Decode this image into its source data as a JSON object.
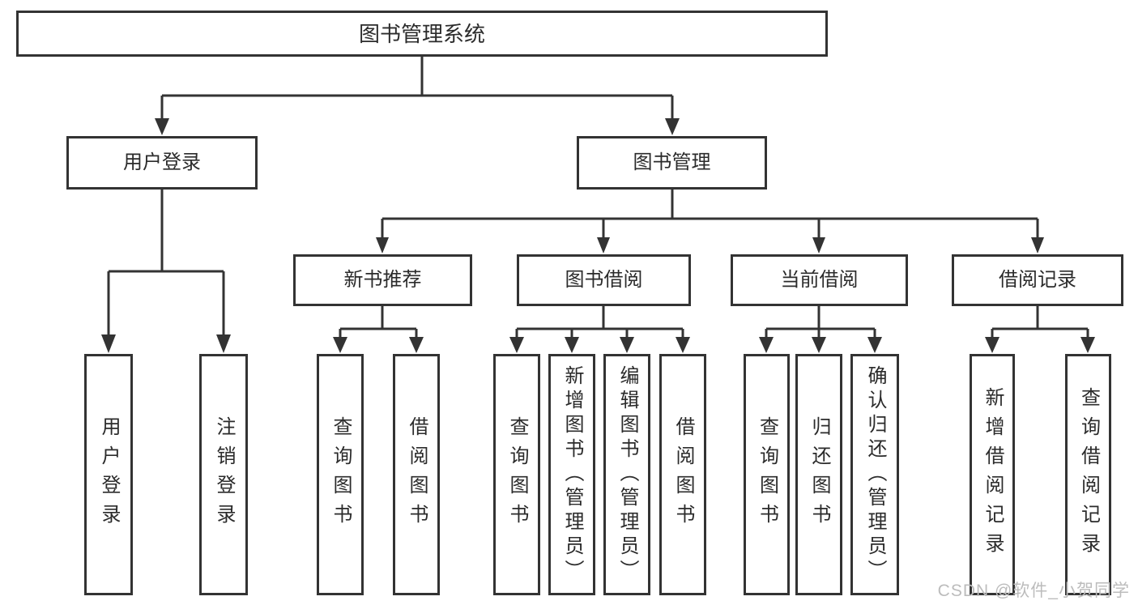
{
  "tree": {
    "label": "图书管理系统",
    "children": [
      {
        "label": "用户登录",
        "children": [
          {
            "label": "用户登录"
          },
          {
            "label": "注销登录"
          }
        ]
      },
      {
        "label": "图书管理",
        "children": [
          {
            "label": "新书推荐",
            "children": [
              {
                "label": "查询图书"
              },
              {
                "label": "借阅图书"
              }
            ]
          },
          {
            "label": "图书借阅",
            "children": [
              {
                "label": "查询图书"
              },
              {
                "label": "新增图书（管理员）"
              },
              {
                "label": "编辑图书（管理员）"
              },
              {
                "label": "借阅图书"
              }
            ]
          },
          {
            "label": "当前借阅",
            "children": [
              {
                "label": "查询图书"
              },
              {
                "label": "归还图书"
              },
              {
                "label": "确认归还（管理员）"
              }
            ]
          },
          {
            "label": "借阅记录",
            "children": [
              {
                "label": "新增借阅记录"
              },
              {
                "label": "查询借阅记录"
              }
            ]
          }
        ]
      }
    ]
  },
  "watermark": {
    "text": "CSDN @软件_小贺同学"
  },
  "colors": {
    "line": "#333333",
    "border": "#333333",
    "text": "#2b2b2b",
    "watermark": "#bcbcbc",
    "background": "#ffffff"
  }
}
